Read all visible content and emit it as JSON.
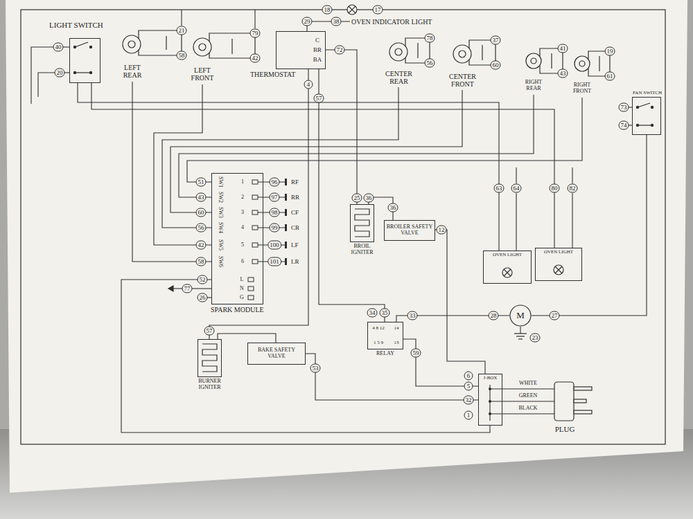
{
  "diagram": {
    "nodes": [
      {
        "text": [
          "LIGHT SWITCH"
        ]
      },
      {
        "text": [
          "LEFT REAR"
        ]
      },
      {
        "text": [
          "LEFT FRONT"
        ]
      },
      {
        "text": [
          "THERMOSTAT"
        ]
      },
      {
        "text": [
          "CENTER REAR"
        ]
      },
      {
        "text": [
          "CENTER FRONT"
        ]
      },
      {
        "text": [
          "RIGHT REAR"
        ]
      },
      {
        "text": [
          "RIGHT FRONT"
        ]
      },
      {
        "text": [
          "FAN SWITCH"
        ]
      },
      {
        "text": [
          "OVEN INDICATOR LIGHT"
        ]
      },
      {
        "text": [
          "SPARK MODULE"
        ]
      },
      {
        "text": [
          "BROIL IGNITER"
        ]
      },
      {
        "text": [
          "BROILER SAFETY VALVE"
        ]
      },
      {
        "text": [
          "OVEN LIGHT"
        ]
      },
      {
        "text": [
          "OVEN LIGHT"
        ]
      },
      {
        "text": [
          "M"
        ]
      },
      {
        "text": [
          "RELAY"
        ]
      },
      {
        "text": [
          "BURNER IGNITER"
        ]
      },
      {
        "text": [
          "BAKE SAFETY VALVE"
        ]
      },
      {
        "text": [
          "J-BOX"
        ]
      }
    ],
    "edges": [
      {
        "from": 9,
        "to": 3,
        "arrow": "none"
      },
      {
        "from": 0,
        "to": 13,
        "arrow": "none"
      },
      {
        "from": 0,
        "to": 14,
        "arrow": "none"
      },
      {
        "from": 1,
        "to": 10,
        "arrow": "none"
      },
      {
        "from": 2,
        "to": 10,
        "arrow": "none"
      },
      {
        "from": 4,
        "to": 10,
        "arrow": "none"
      },
      {
        "from": 5,
        "to": 10,
        "arrow": "none"
      },
      {
        "from": 6,
        "to": 10,
        "arrow": "none"
      },
      {
        "from": 7,
        "to": 10,
        "arrow": "none"
      },
      {
        "from": 8,
        "to": 15,
        "arrow": "none"
      },
      {
        "from": 3,
        "to": 11,
        "arrow": "none"
      },
      {
        "from": 11,
        "to": 12,
        "arrow": "none"
      },
      {
        "from": 3,
        "to": 16,
        "arrow": "none"
      },
      {
        "from": 16,
        "to": 15,
        "arrow": "none"
      },
      {
        "from": 3,
        "to": 17,
        "arrow": "none"
      },
      {
        "from": 17,
        "to": 18,
        "arrow": "none"
      },
      {
        "from": 18,
        "to": 19,
        "arrow": "none"
      },
      {
        "from": 12,
        "to": 19,
        "arrow": "none"
      },
      {
        "from": 16,
        "to": 19,
        "arrow": "none"
      },
      {
        "from": 10,
        "to": 19,
        "arrow": "none"
      }
    ],
    "labels": [
      "40",
      "20",
      "21",
      "58",
      "79",
      "42",
      "18",
      "17",
      "29",
      "38",
      "C",
      "BR",
      "BA",
      "72",
      "4",
      "57",
      "78",
      "56",
      "37",
      "60",
      "41",
      "43",
      "19",
      "61",
      "73",
      "74",
      "51",
      "43",
      "60",
      "56",
      "42",
      "58",
      "52",
      "77",
      "26",
      "SW1",
      "SW2",
      "SW3",
      "SW4",
      "SW5",
      "SW6",
      "1",
      "2",
      "3",
      "4",
      "5",
      "6",
      "L",
      "N",
      "G",
      "96",
      "97",
      "98",
      "99",
      "100",
      "101",
      "RF",
      "RR",
      "CF",
      "CR",
      "LF",
      "LR",
      "25",
      "36",
      "36",
      "12",
      "63",
      "64",
      "80",
      "82",
      "34",
      "35",
      "33",
      "4 8 12",
      "14",
      "1 5 9",
      "13",
      "59",
      "28",
      "27",
      "23",
      "57",
      "53",
      "6",
      "5",
      "32",
      "1",
      "WHITE",
      "GREEN",
      "BLACK",
      "PLUG"
    ]
  }
}
